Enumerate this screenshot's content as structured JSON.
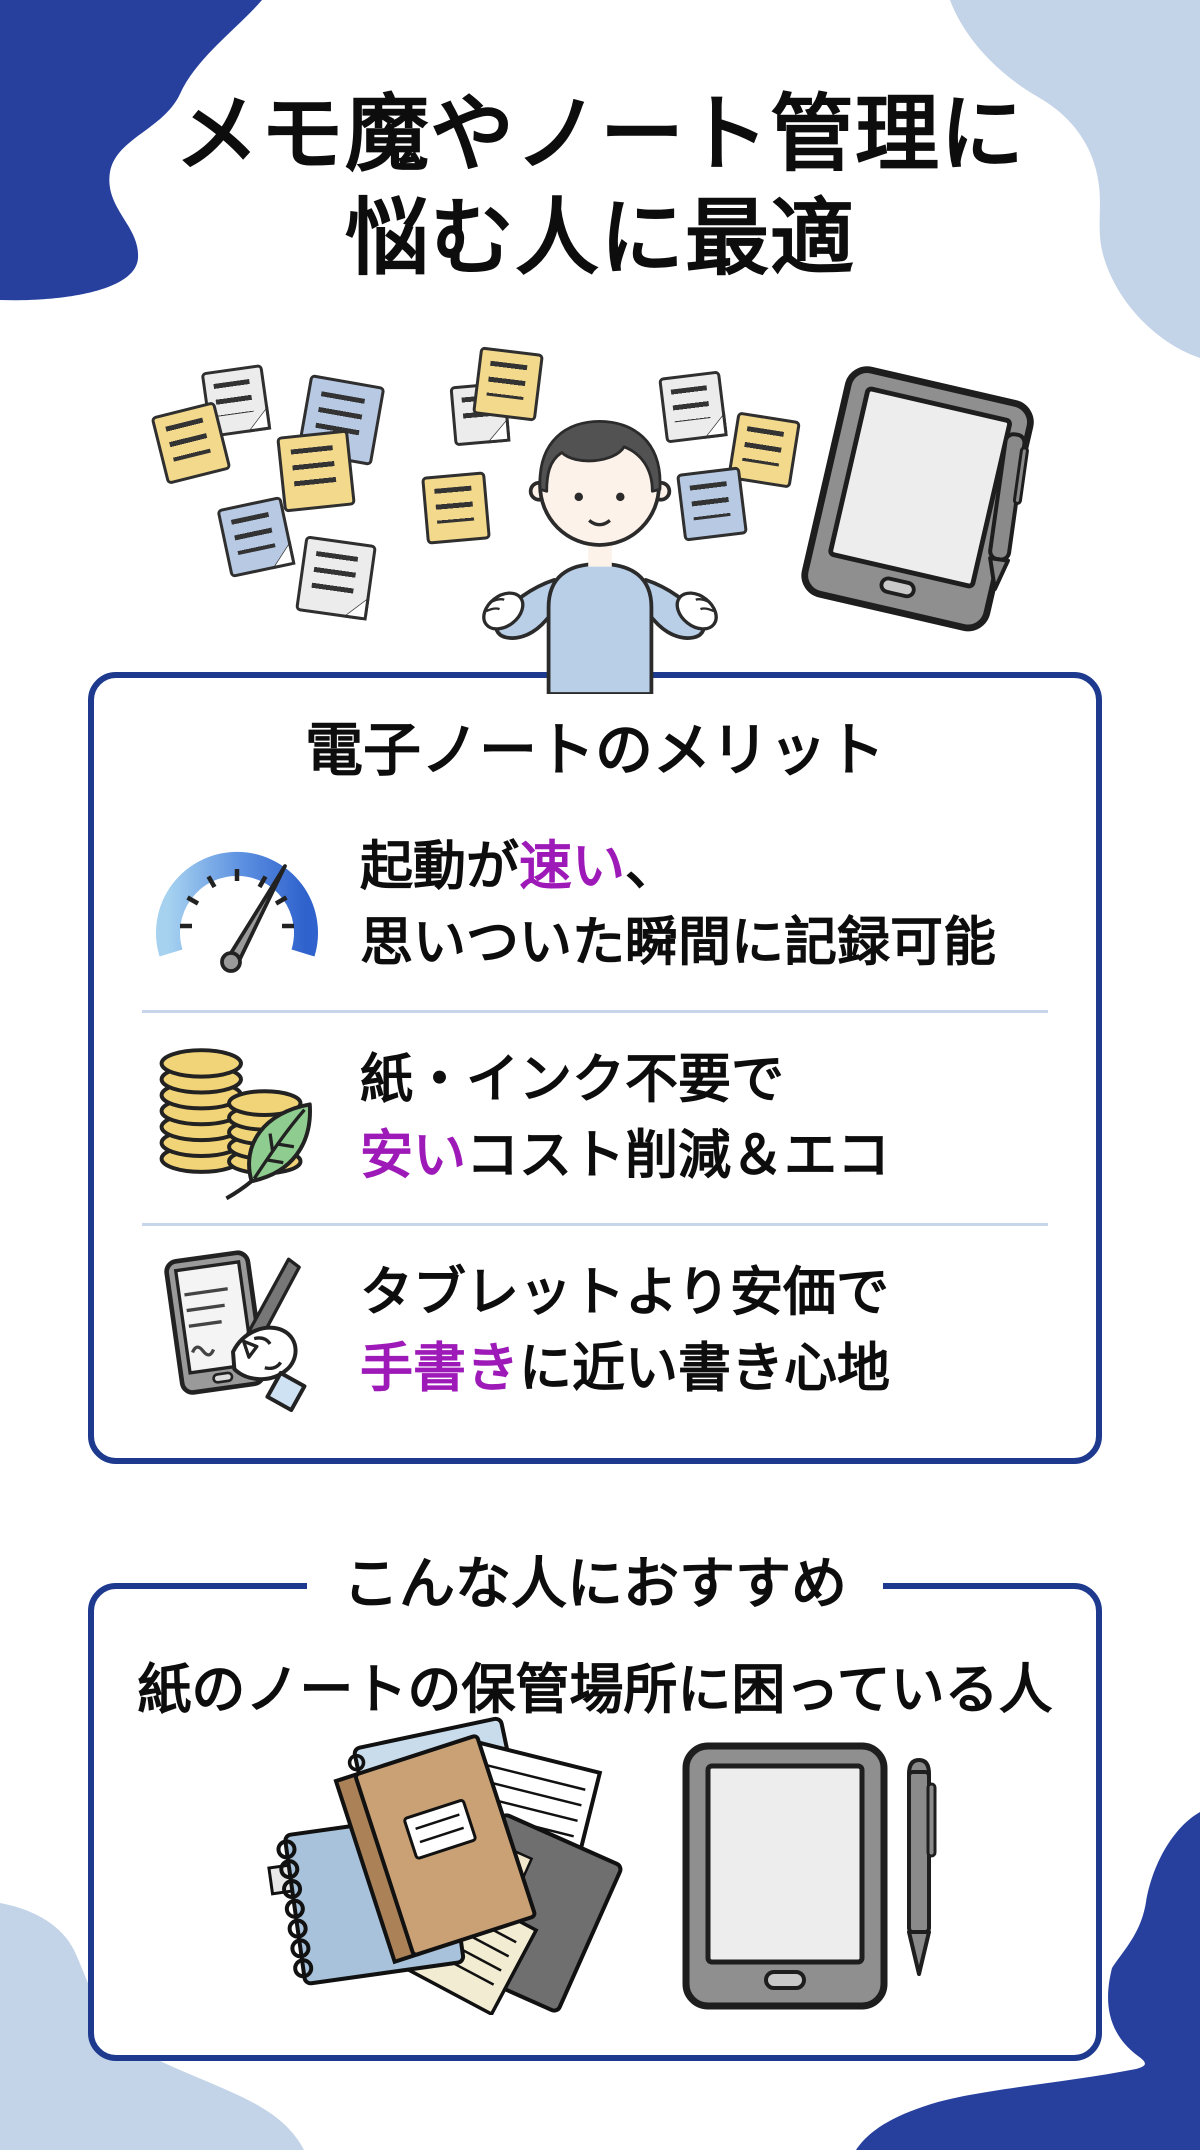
{
  "infographic": {
    "title": {
      "line1": "メモ魔やノート管理に",
      "line2": "悩む人に最適"
    },
    "merits": {
      "heading": "電子ノートのメリット",
      "items": [
        {
          "icon": "speedometer-icon",
          "line1_pre": "起動が",
          "line1_accent": "速い",
          "line1_post": "、",
          "line2": "思いついた瞬間に記録可能"
        },
        {
          "icon": "coins-leaf-icon",
          "line1": "紙・インク不要で",
          "line2_accent": "安い",
          "line2_post": "コスト削減＆エコ"
        },
        {
          "icon": "writing-tablet-icon",
          "line1": "タブレットより安価で",
          "line2_accent": "手書き",
          "line2_post": "に近い書き心地"
        }
      ]
    },
    "recommend": {
      "heading": "こんな人におすすめ",
      "description": "紙のノートの保管場所に困っている人"
    },
    "colors": {
      "accent_purple": "#9e1ab8",
      "dark_blue": "#27409e",
      "light_blue": "#c4d4e8",
      "box_border_navy": "#1d3a8e"
    },
    "illustrations": [
      "sticky-notes",
      "person-shrugging",
      "e-note-tablet-with-stylus",
      "notebook-pile"
    ]
  }
}
